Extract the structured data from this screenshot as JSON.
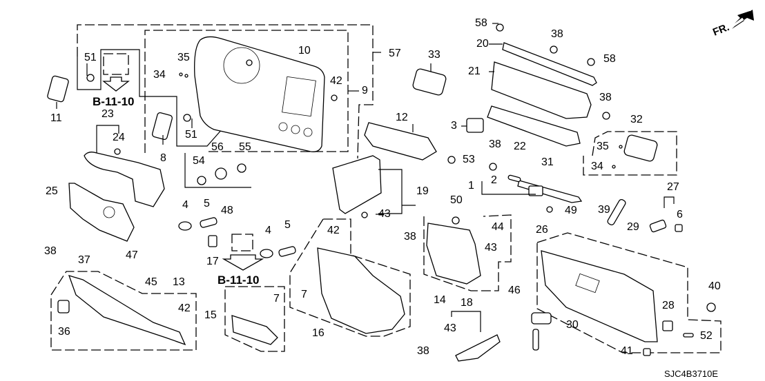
{
  "diagram": {
    "code": "SJC4B3710E",
    "direction_indicator": "FR.",
    "references": [
      "B-11-10",
      "B-11-10"
    ],
    "part_labels": [
      {
        "id": "p58a",
        "text": "58"
      },
      {
        "id": "p38a",
        "text": "38"
      },
      {
        "id": "p20",
        "text": "20"
      },
      {
        "id": "p58b",
        "text": "58"
      },
      {
        "id": "p21",
        "text": "21"
      },
      {
        "id": "p38b",
        "text": "38"
      },
      {
        "id": "p33",
        "text": "33"
      },
      {
        "id": "p57",
        "text": "57"
      },
      {
        "id": "p10",
        "text": "10"
      },
      {
        "id": "p42a",
        "text": "42"
      },
      {
        "id": "p9",
        "text": "9"
      },
      {
        "id": "p35a",
        "text": "35"
      },
      {
        "id": "p34a",
        "text": "34"
      },
      {
        "id": "p51a",
        "text": "51"
      },
      {
        "id": "p11",
        "text": "11"
      },
      {
        "id": "p23",
        "text": "23"
      },
      {
        "id": "p24",
        "text": "24"
      },
      {
        "id": "p51b",
        "text": "51"
      },
      {
        "id": "p8",
        "text": "8"
      },
      {
        "id": "p56",
        "text": "56"
      },
      {
        "id": "p55",
        "text": "55"
      },
      {
        "id": "p54",
        "text": "54"
      },
      {
        "id": "p12",
        "text": "12"
      },
      {
        "id": "p3",
        "text": "3"
      },
      {
        "id": "p22",
        "text": "22"
      },
      {
        "id": "p32",
        "text": "32"
      },
      {
        "id": "p35b",
        "text": "35"
      },
      {
        "id": "p34b",
        "text": "34"
      },
      {
        "id": "p53",
        "text": "53"
      },
      {
        "id": "p38c",
        "text": "38"
      },
      {
        "id": "p31",
        "text": "31"
      },
      {
        "id": "p1",
        "text": "1"
      },
      {
        "id": "p2",
        "text": "2"
      },
      {
        "id": "p19",
        "text": "19"
      },
      {
        "id": "p43a",
        "text": "43"
      },
      {
        "id": "p25",
        "text": "25"
      },
      {
        "id": "p4a",
        "text": "4"
      },
      {
        "id": "p5a",
        "text": "5"
      },
      {
        "id": "p48",
        "text": "48"
      },
      {
        "id": "p50",
        "text": "50"
      },
      {
        "id": "p44",
        "text": "44"
      },
      {
        "id": "p49",
        "text": "49"
      },
      {
        "id": "p27",
        "text": "27"
      },
      {
        "id": "p6",
        "text": "6"
      },
      {
        "id": "p39",
        "text": "39"
      },
      {
        "id": "p29",
        "text": "29"
      },
      {
        "id": "p26",
        "text": "26"
      },
      {
        "id": "p37",
        "text": "37"
      },
      {
        "id": "p47",
        "text": "47"
      },
      {
        "id": "p17",
        "text": "17"
      },
      {
        "id": "p4b",
        "text": "4"
      },
      {
        "id": "p5b",
        "text": "5"
      },
      {
        "id": "p42b",
        "text": "42"
      },
      {
        "id": "p38d",
        "text": "38"
      },
      {
        "id": "p43b",
        "text": "43"
      },
      {
        "id": "p38e",
        "text": "38"
      },
      {
        "id": "p45",
        "text": "45"
      },
      {
        "id": "p13",
        "text": "13"
      },
      {
        "id": "p7a",
        "text": "7"
      },
      {
        "id": "p14",
        "text": "14"
      },
      {
        "id": "p46",
        "text": "46"
      },
      {
        "id": "p40",
        "text": "40"
      },
      {
        "id": "p42c",
        "text": "42"
      },
      {
        "id": "p36",
        "text": "36"
      },
      {
        "id": "p15",
        "text": "15"
      },
      {
        "id": "p7b",
        "text": "7"
      },
      {
        "id": "p16",
        "text": "16"
      },
      {
        "id": "p18",
        "text": "18"
      },
      {
        "id": "p43c",
        "text": "43"
      },
      {
        "id": "p30",
        "text": "30"
      },
      {
        "id": "p28",
        "text": "28"
      },
      {
        "id": "p52",
        "text": "52"
      },
      {
        "id": "p38f",
        "text": "38"
      },
      {
        "id": "p41",
        "text": "41"
      }
    ]
  }
}
